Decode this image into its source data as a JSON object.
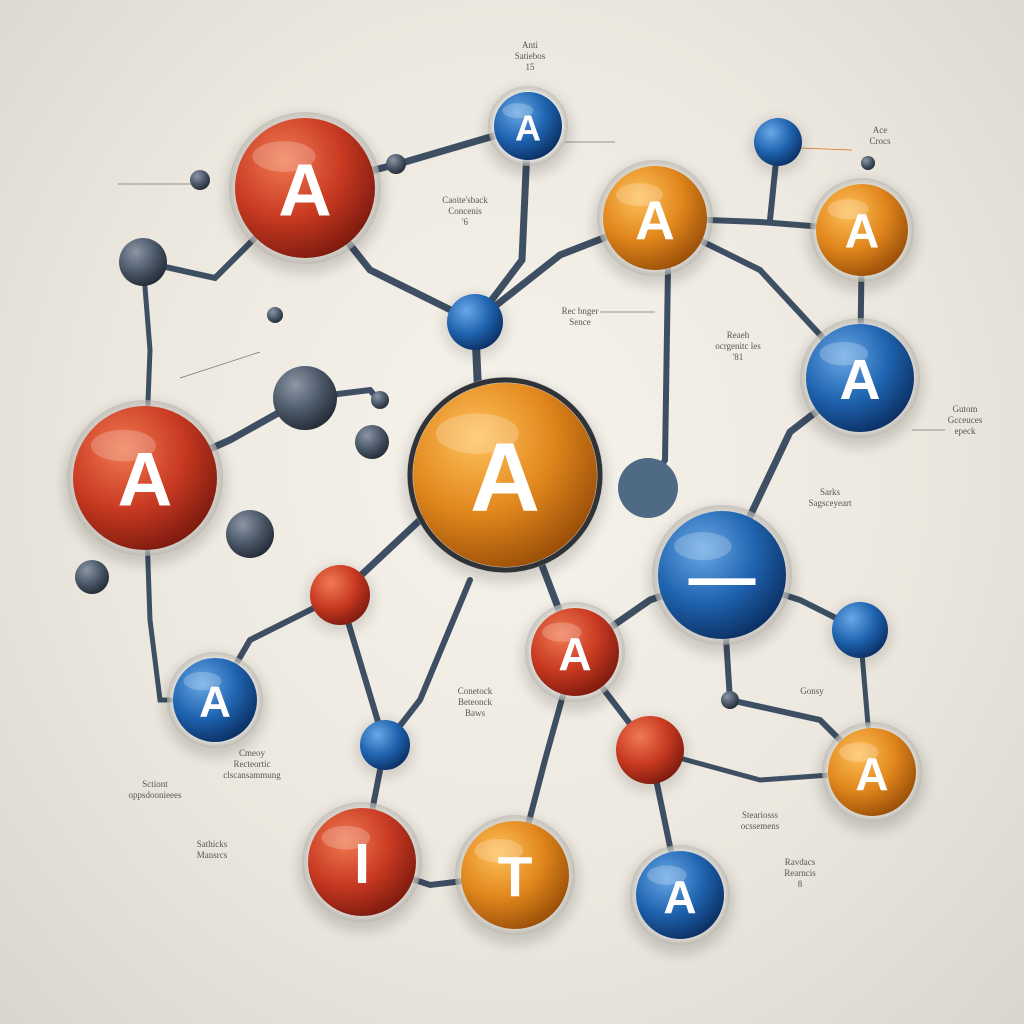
{
  "diagram": {
    "nodes": [
      {
        "id": "n1",
        "color": "red",
        "glyph": "A"
      },
      {
        "id": "n2",
        "color": "orange",
        "glyph": "A"
      },
      {
        "id": "n3",
        "color": "red",
        "glyph": "A"
      },
      {
        "id": "n4",
        "color": "blue",
        "glyph": "A"
      },
      {
        "id": "n5",
        "color": "orange",
        "glyph": "A"
      },
      {
        "id": "n6",
        "color": "orange",
        "glyph": "A"
      },
      {
        "id": "n7",
        "color": "blue",
        "glyph": "A"
      },
      {
        "id": "n8",
        "color": "blue",
        "glyph": "—"
      },
      {
        "id": "n9",
        "color": "red",
        "glyph": "A"
      },
      {
        "id": "n10",
        "color": "blue",
        "glyph": "A"
      },
      {
        "id": "n11",
        "color": "red",
        "glyph": "I"
      },
      {
        "id": "n12",
        "color": "orange",
        "glyph": "T"
      },
      {
        "id": "n13",
        "color": "orange",
        "glyph": "A"
      },
      {
        "id": "n14",
        "color": "blue",
        "glyph": "A"
      }
    ],
    "annotations": [
      {
        "lines": [
          "Anti",
          "Satiebos",
          "15"
        ]
      },
      {
        "lines": [
          "Caoite'sback",
          "Concenis",
          "'6"
        ]
      },
      {
        "lines": [
          "Ace",
          "Crocs"
        ]
      },
      {
        "lines": [
          "Rec bnger",
          "Sence"
        ]
      },
      {
        "lines": [
          "Reaeh",
          "ocrgenitc les",
          "'81"
        ]
      },
      {
        "lines": [
          "Gutom",
          "Gcceuces",
          "epeck"
        ]
      },
      {
        "lines": [
          "Sarks",
          "Sagsceyeart"
        ]
      },
      {
        "lines": [
          "Conetock",
          "Beteonck",
          "Baws"
        ]
      },
      {
        "lines": [
          "Gonsy"
        ]
      },
      {
        "lines": [
          "Cmeoy",
          "Recteortic",
          "clscansammung"
        ]
      },
      {
        "lines": [
          "Sctiont",
          "oppsdoonieees"
        ]
      },
      {
        "lines": [
          "Sathicks",
          "Mansrcs"
        ]
      },
      {
        "lines": [
          "Steariosss",
          "ocssemens"
        ]
      },
      {
        "lines": [
          "Ravdacs",
          "Rearncis",
          "8"
        ]
      }
    ]
  },
  "colors": {
    "red": "#c93a22",
    "orange": "#e0861c",
    "blue": "#1f64b0",
    "grey": "#4b5868",
    "link": "#3e4f63",
    "background": "#ece8df"
  }
}
